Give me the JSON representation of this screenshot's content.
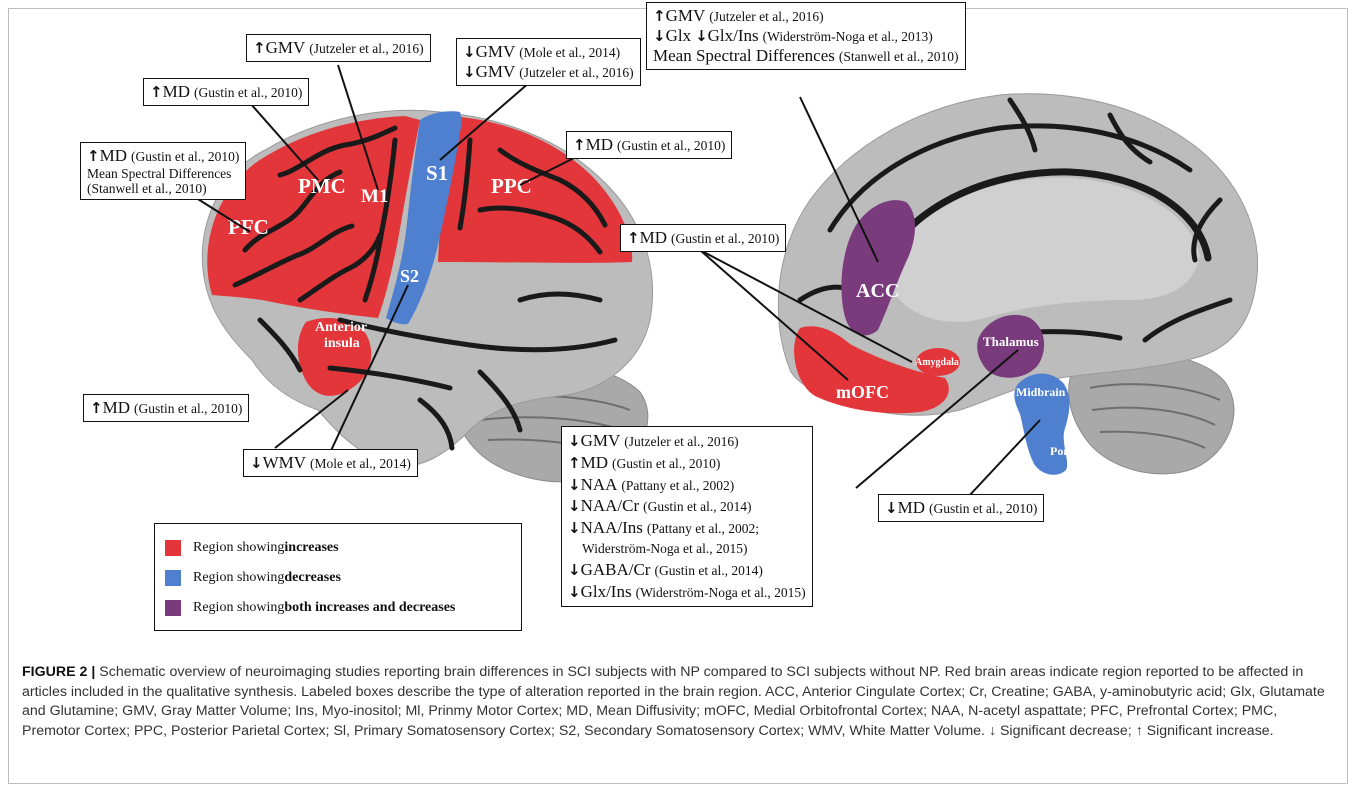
{
  "regions": {
    "pfc": "PFC",
    "pmc": "PMC",
    "m1": "M1",
    "s1": "S1",
    "s2": "S2",
    "ppc": "PPC",
    "anterior_insula_line1": "Anterior",
    "anterior_insula_line2": "insula",
    "acc": "ACC",
    "thalamus": "Thalamus",
    "amygdala": "Amygdala",
    "mofc": "mOFC",
    "midbrain": "Midbrain",
    "pons": "Pons"
  },
  "annotations": {
    "m1_gmv": {
      "arrow": "↑",
      "measure": "GMV",
      "cite": "(Jutzeler et al., 2016)"
    },
    "s1_gmv": [
      {
        "arrow": "↓",
        "measure": "GMV",
        "cite": "(Mole et al., 2014)"
      },
      {
        "arrow": "↓",
        "measure": "GMV",
        "cite": "(Jutzeler et al., 2016)"
      }
    ],
    "pmc_md": {
      "arrow": "↑",
      "measure": "MD",
      "cite": "(Gustin et al., 2010)"
    },
    "pfc": {
      "arrow": "↑",
      "measure": "MD",
      "cite": "(Gustin et al., 2010)",
      "line2": "Mean Spectral Differences",
      "line3": "(Stanwell et al., 2010)"
    },
    "ppc_md": {
      "arrow": "↑",
      "measure": "MD",
      "cite": "(Gustin et al., 2010)"
    },
    "acc": {
      "l1_arrow": "↑",
      "l1_measure": "GMV",
      "l1_cite": "(Jutzeler et al., 2016)",
      "l2_arrow1": "↓",
      "l2_measure1": "Glx",
      "l2_arrow2": "↓",
      "l2_measure2": "Glx/Ins",
      "l2_cite": "(Widerström-Noga et al., 2013)",
      "l3_measure": "Mean Spectral Differences",
      "l3_cite": "(Stanwell et al., 2010)"
    },
    "mofc_amyg_md": {
      "arrow": "↑",
      "measure": "MD",
      "cite": "(Gustin et al., 2010)"
    },
    "insula_md": {
      "arrow": "↑",
      "measure": "MD",
      "cite": "(Gustin et al., 2010)"
    },
    "s2_wmv": {
      "arrow": "↓",
      "measure": "WMV",
      "cite": "(Mole et al., 2014)"
    },
    "thalamus": [
      {
        "arrow": "↓",
        "measure": "GMV",
        "cite": "(Jutzeler et al., 2016)"
      },
      {
        "arrow": "↑",
        "measure": "MD",
        "cite": "(Gustin et al., 2010)"
      },
      {
        "arrow": "↓",
        "measure": "NAA",
        "cite": "(Pattany et al., 2002)"
      },
      {
        "arrow": "↓",
        "measure": "NAA/Cr",
        "cite": "(Gustin et al., 2014)"
      },
      {
        "arrow": "↓",
        "measure": "NAA/Ins",
        "cite": "(Pattany et al., 2002;"
      },
      {
        "arrow": "",
        "measure": "",
        "cite": "Widerström-Noga et al., 2015)"
      },
      {
        "arrow": "↓",
        "measure": "GABA/Cr",
        "cite": "(Gustin et al., 2014)"
      },
      {
        "arrow": "↓",
        "measure": "Glx/Ins",
        "cite": "(Widerström-Noga et al., 2015)"
      }
    ],
    "pons_md": {
      "arrow": "↓",
      "measure": "MD",
      "cite": "(Gustin et al., 2010)"
    }
  },
  "legend": {
    "inc_prefix": "Region showing ",
    "inc_bold": "increases",
    "dec_prefix": "Region showing ",
    "dec_bold": "decreases",
    "both_prefix": "Region showing ",
    "both_bold": "both increases and decreases"
  },
  "colors": {
    "increase": "#e3363a",
    "decrease": "#4f7fcf",
    "both": "#7a3b7c",
    "brain_base": "#b7b7b7",
    "sulcus": "#1a1a1a"
  },
  "caption": {
    "label": "FIGURE 2 |",
    "text": "Schematic overview of neuroimaging studies reporting brain differences in SCI subjects with NP compared to SCI subjects without NP. Red brain areas indicate region reported to be affected in articles included in the qualitative synthesis. Labeled boxes describe the type of alteration reported in the brain region. ACC, Anterior Cingulate Cortex; Cr, Creatine; GABA, y-aminobutyric acid; Glx, Glutamate and Glutamine; GMV, Gray Matter Volume; Ins, Myo-inositol; Ml, Prinmy Motor Cortex; MD, Mean Diffusivity; mOFC, Medial Orbitofrontal Cortex; NAA, N-acetyl aspattate; PFC, Prefrontal Cortex; PMC, Premotor Cortex; PPC, Posterior Parietal Cortex; Sl, Primary Somatosensory Cortex; S2, Secondary Somatosensory Cortex; WMV, White Matter Volume. ↓ Significant decrease; ↑ Significant increase."
  }
}
